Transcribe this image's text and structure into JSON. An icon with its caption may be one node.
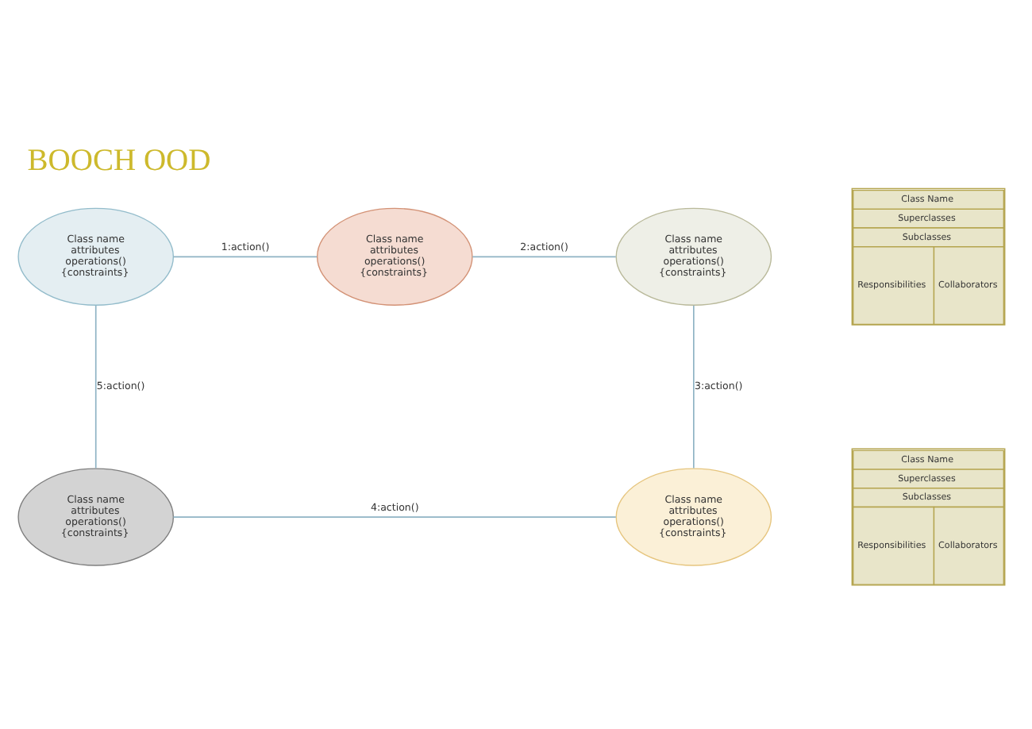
{
  "diagram": {
    "title": "BOOCH OOD",
    "nodes": [
      {
        "text": [
          "Class name",
          "attributes",
          "operations()",
          "{constraints}"
        ]
      },
      {
        "text": [
          "Class name",
          "attributes",
          "operations()",
          "{constraints}"
        ]
      },
      {
        "text": [
          "Class name",
          "attributes",
          "operations()",
          "{constraints}"
        ]
      },
      {
        "text": [
          "Class Name",
          "Superclasses",
          "Subclasses",
          "Responsibilities",
          "Collaborators"
        ]
      },
      {
        "text": [
          "Class name",
          "attributes",
          "operations()",
          "{constraints}"
        ]
      },
      {
        "text": [
          "Class name",
          "attributes",
          "operations()",
          "{constraints}"
        ]
      },
      {
        "text": [
          "Class Name",
          "Superclasses",
          "Subclasses",
          "Responsibilities",
          "Collaborators"
        ]
      }
    ],
    "edges": [
      {
        "from": 0,
        "to": 1,
        "arrow": "none",
        "label": "1:action()"
      },
      {
        "from": 1,
        "to": 2,
        "arrow": "none",
        "label": "2:action()"
      },
      {
        "from": 2,
        "to": 5,
        "arrow": "none",
        "label": "3:action()"
      },
      {
        "from": 5,
        "to": 4,
        "arrow": "none",
        "label": "4:action()"
      },
      {
        "from": 4,
        "to": 0,
        "arrow": "none",
        "label": "5:action()"
      }
    ]
  }
}
